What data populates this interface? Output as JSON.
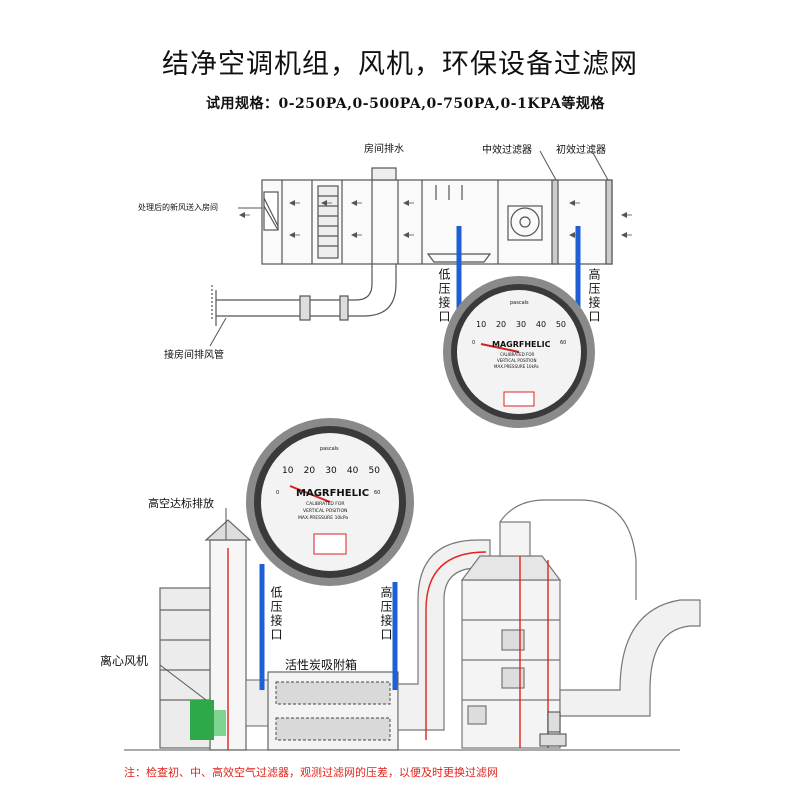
{
  "header": {
    "title": "结净空调机组，风机，环保设备过滤网",
    "subtitle": "试用规格：0-250PA,0-500PA,0-750PA,0-1KPA等规格"
  },
  "top_diagram": {
    "room_drain": "房间排水",
    "medium_filter": "中效过滤器",
    "primary_filter": "初效过滤器",
    "fresh_air_label": "处理后的新风送入房间",
    "exhaust_pipe": "接房间排风管",
    "low_port": "低压接口",
    "high_port": "高压接口"
  },
  "gauge": {
    "brand": "MAGRFHELIC",
    "unit": "pascals",
    "cal_line1": "CALIBRATED FOR",
    "cal_line2": "VERTICAL POSITION",
    "max_pressure": "MAX.PRESSURE 10kPa",
    "ticks": [
      "10",
      "20",
      "30",
      "40",
      "50"
    ],
    "range_low": "0",
    "range_high": "60"
  },
  "bottom_diagram": {
    "stack_label": "高空达标排放",
    "fan_label": "离心风机",
    "carbon_box": "活性炭吸附箱",
    "low_port": "低压接口",
    "high_port": "高压接口"
  },
  "footer": {
    "note": "注：检查初、中、高效空气过滤器，观测过滤网的压差，以便及时更换过滤网"
  },
  "colors": {
    "tube_blue": "#1f5fd6",
    "flow_red": "#e0231c",
    "line_gray": "#555555",
    "fan_green": "#2fa84a"
  }
}
